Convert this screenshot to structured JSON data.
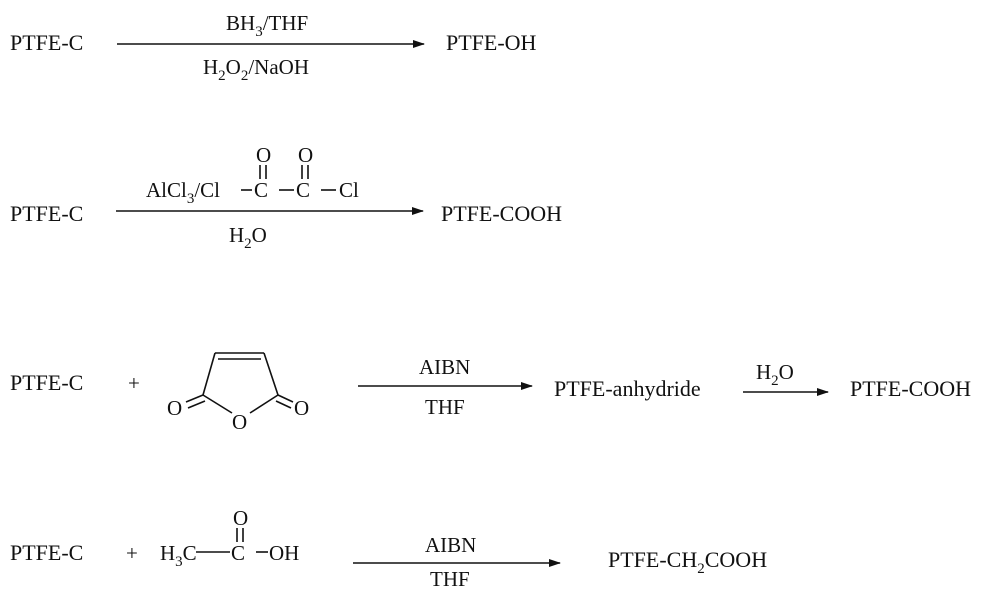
{
  "reactions": [
    {
      "reactant": "PTFE-C",
      "above": {
        "a": "BH",
        "a_sub": "3",
        "b": "/THF"
      },
      "below": {
        "a": "H",
        "a_sub": "2",
        "b": "O",
        "b_sub": "2",
        "c": "/NaOH"
      },
      "product": "PTFE-OH"
    },
    {
      "reactant": "PTFE-C",
      "above": {
        "alcl": "AlCl",
        "alcl_sub": "3",
        "cl1": "/Cl",
        "c1": "C",
        "c2": "C",
        "cl2": "Cl",
        "o1": "O",
        "o2": "O"
      },
      "below": {
        "a": "H",
        "a_sub": "2",
        "b": "O"
      },
      "product": "PTFE-COOH"
    },
    {
      "reactant": "PTFE-C",
      "plus": "+",
      "anhydride": {
        "o_left": "O",
        "o_ring": "O",
        "o_right": "O"
      },
      "above": "AIBN",
      "below": "THF",
      "intermediate": "PTFE-anhydride",
      "above2": {
        "a": "H",
        "a_sub": "2",
        "b": "O"
      },
      "product": "PTFE-COOH"
    },
    {
      "reactant": "PTFE-C",
      "plus": "+",
      "acid": {
        "h": "H",
        "h_sub": "3",
        "c1": "C",
        "c2": "C",
        "oh": "OH",
        "o": "O"
      },
      "above": "AIBN",
      "below": "THF",
      "product": {
        "a": "PTFE-CH",
        "a_sub": "2",
        "b": "COOH"
      }
    }
  ]
}
